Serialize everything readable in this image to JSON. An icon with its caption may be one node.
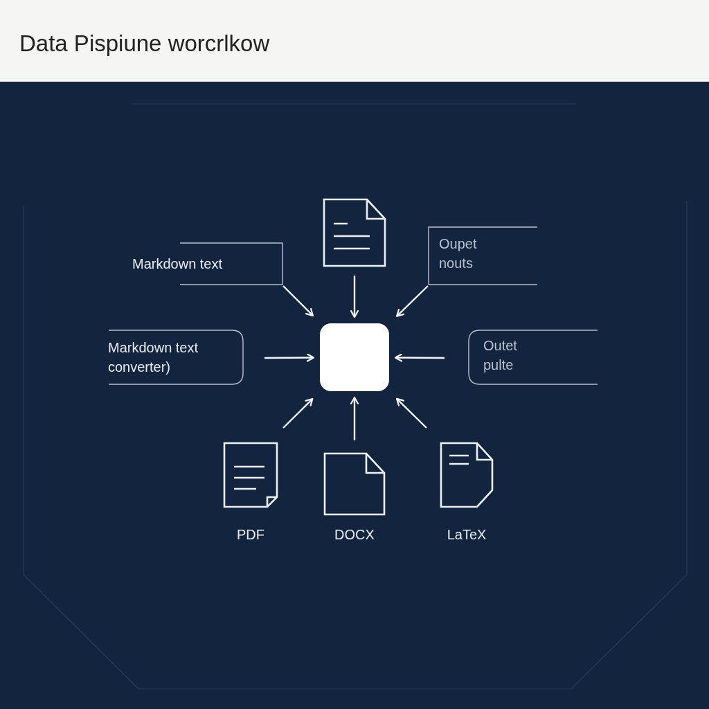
{
  "diagram": {
    "title": "Data Pispiune worcrlkow",
    "nodes": [
      {
        "text": [],
        "shape": "box"
      },
      {
        "text": [],
        "shape": "document"
      },
      {
        "text": [
          "Markdown text"
        ]
      },
      {
        "text": [
          "Oupet nouts"
        ]
      },
      {
        "text": [
          "Markdown text converter)"
        ]
      },
      {
        "text": [
          "Outet pulte"
        ]
      },
      {
        "text": [
          "PDF"
        ]
      },
      {
        "text": [
          "DOCX"
        ]
      },
      {
        "text": [
          "LaTeX"
        ]
      }
    ],
    "edges": [
      {
        "from": 2,
        "to": 0,
        "arrow": "to"
      },
      {
        "from": 1,
        "to": 0,
        "arrow": "to"
      },
      {
        "from": 3,
        "to": 0,
        "arrow": "to"
      },
      {
        "from": 4,
        "to": 0,
        "arrow": "to"
      },
      {
        "from": 5,
        "to": 0,
        "arrow": "to"
      },
      {
        "from": 6,
        "to": 0,
        "arrow": "to"
      },
      {
        "from": 7,
        "to": 0,
        "arrow": "to"
      },
      {
        "from": 8,
        "to": 0,
        "arrow": "to"
      }
    ]
  }
}
